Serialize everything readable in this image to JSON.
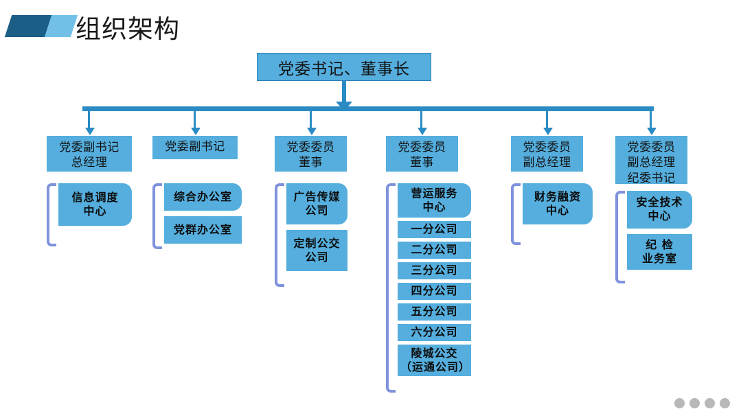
{
  "header": {
    "title": "组织架构",
    "logo_dark_color": "#1b5e86",
    "logo_light_color": "#72c0e8"
  },
  "theme": {
    "box_fill": "#55aedd",
    "box_border": "#2a7fb5",
    "connector": "#2a8bc4",
    "bracket": "#7f92dc",
    "dot": "#b8b8b8"
  },
  "chart_data": {
    "type": "diagram",
    "title": "组织架构",
    "root": "党委书记、董事长",
    "branches": [
      {
        "role": "党委副书记\n总经理",
        "role_lines": [
          "党委副书记",
          "总经理"
        ],
        "departments": [
          "信息调度\n中心"
        ]
      },
      {
        "role": "党委副书记",
        "role_lines": [
          "党委副书记"
        ],
        "departments": [
          "综合办公室",
          "党群办公室"
        ]
      },
      {
        "role": "党委委员\n董事",
        "role_lines": [
          "党委委员",
          "董事"
        ],
        "departments": [
          "广告传媒\n公司",
          "定制公交\n公司"
        ]
      },
      {
        "role": "党委委员\n董事",
        "role_lines": [
          "党委委员",
          "董事"
        ],
        "departments": [
          "营运服务\n中心",
          "一分公司",
          "二分公司",
          "三分公司",
          "四分公司",
          "五分公司",
          "六分公司",
          "陵城公交\n（运通公司）"
        ]
      },
      {
        "role": "党委委员\n副总经理",
        "role_lines": [
          "党委委员",
          "副总经理"
        ],
        "departments": [
          "财务融资\n中心"
        ]
      },
      {
        "role": "党委委员\n副总经理\n纪委书记",
        "role_lines": [
          "党委委员",
          "副总经理",
          "纪委书记"
        ],
        "departments": [
          "安全技术\n中心",
          "纪 检\n业务室"
        ]
      }
    ]
  },
  "root": {
    "label": "党委书记、董事长"
  },
  "columns": [
    {
      "role_line1": "党委副书记",
      "role_line2": "总经理",
      "role_line3": "",
      "depts": [
        {
          "line1": "信息调度",
          "line2": "中心"
        }
      ]
    },
    {
      "role_line1": "党委副书记",
      "role_line2": "",
      "role_line3": "",
      "depts": [
        {
          "line1": "综合办公室",
          "line2": ""
        },
        {
          "line1": "党群办公室",
          "line2": ""
        }
      ]
    },
    {
      "role_line1": "党委委员",
      "role_line2": "董事",
      "role_line3": "",
      "depts": [
        {
          "line1": "广告传媒",
          "line2": "公司"
        },
        {
          "line1": "定制公交",
          "line2": "公司"
        }
      ]
    },
    {
      "role_line1": "党委委员",
      "role_line2": "董事",
      "role_line3": "",
      "depts": [
        {
          "line1": "营运服务",
          "line2": "中心"
        },
        {
          "line1": "一分公司",
          "line2": ""
        },
        {
          "line1": "二分公司",
          "line2": ""
        },
        {
          "line1": "三分公司",
          "line2": ""
        },
        {
          "line1": "四分公司",
          "line2": ""
        },
        {
          "line1": "五分公司",
          "line2": ""
        },
        {
          "line1": "六分公司",
          "line2": ""
        },
        {
          "line1": "陵城公交",
          "line2": "（运通公司）"
        }
      ]
    },
    {
      "role_line1": "党委委员",
      "role_line2": "副总经理",
      "role_line3": "",
      "depts": [
        {
          "line1": "财务融资",
          "line2": "中心"
        }
      ]
    },
    {
      "role_line1": "党委委员",
      "role_line2": "副总经理",
      "role_line3": "纪委书记",
      "depts": [
        {
          "line1": "安全技术",
          "line2": "中心"
        },
        {
          "line1": "纪 检",
          "line2": "业务室"
        }
      ]
    }
  ],
  "footer": {
    "dot_count": 4
  }
}
